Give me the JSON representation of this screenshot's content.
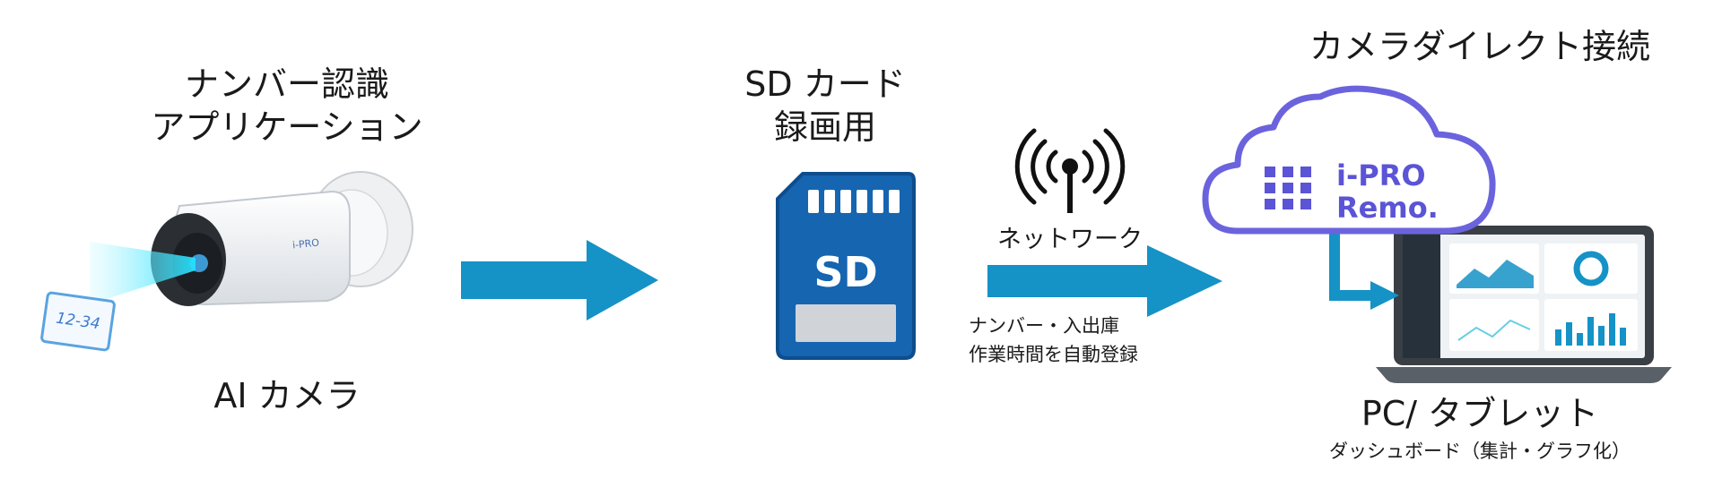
{
  "camera": {
    "title_line1": "ナンバー認識",
    "title_line2": "アプリケーション",
    "label": "AI カメラ",
    "brand": "i-PRO",
    "plate": "12-34"
  },
  "sd": {
    "title_line1": "SD カード",
    "title_line2": "録画用",
    "card_text": "SD"
  },
  "network": {
    "label": "ネットワーク",
    "caption_line1": "ナンバー・入出庫",
    "caption_line2": "作業時間を自動登録"
  },
  "cloud": {
    "title": "カメラダイレクト接続",
    "logo_line1": "i-PRO",
    "logo_line2": "Remo."
  },
  "pc": {
    "label": "PC/ タブレット",
    "caption": "ダッシュボード（集計・グラフ化）"
  },
  "colors": {
    "arrow": "#1592c6",
    "sd_card": "#1565b0",
    "cloud_outline": "#6b63dd",
    "cloud_text": "#5b54d6"
  },
  "icons": [
    "camera-icon",
    "license-plate-icon",
    "sd-card-icon",
    "wifi-antenna-icon",
    "cloud-icon",
    "laptop-icon",
    "arrow-right-icon"
  ]
}
